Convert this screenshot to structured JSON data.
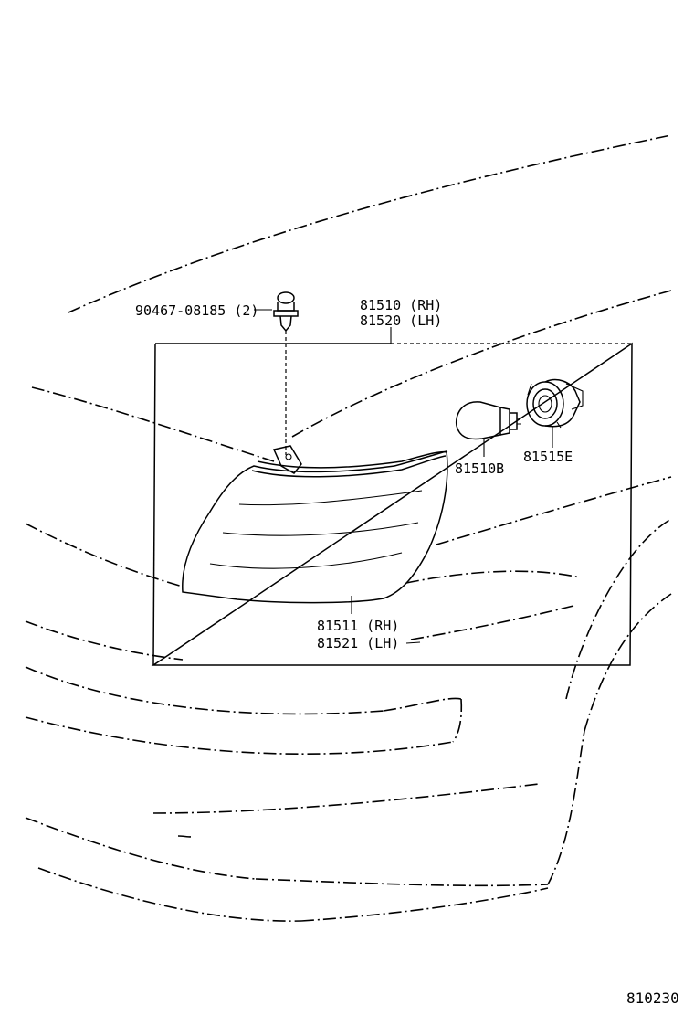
{
  "callouts": {
    "clip": "90467-08185 (2)",
    "lamp_assy_rh": "81510 (RH)",
    "lamp_assy_lh": "81520 (LH)",
    "bulb": "81510B",
    "socket": "81515E",
    "lens_rh": "81511 (RH)",
    "lens_lh": "81521 (LH)"
  },
  "diagram_code": "810230"
}
